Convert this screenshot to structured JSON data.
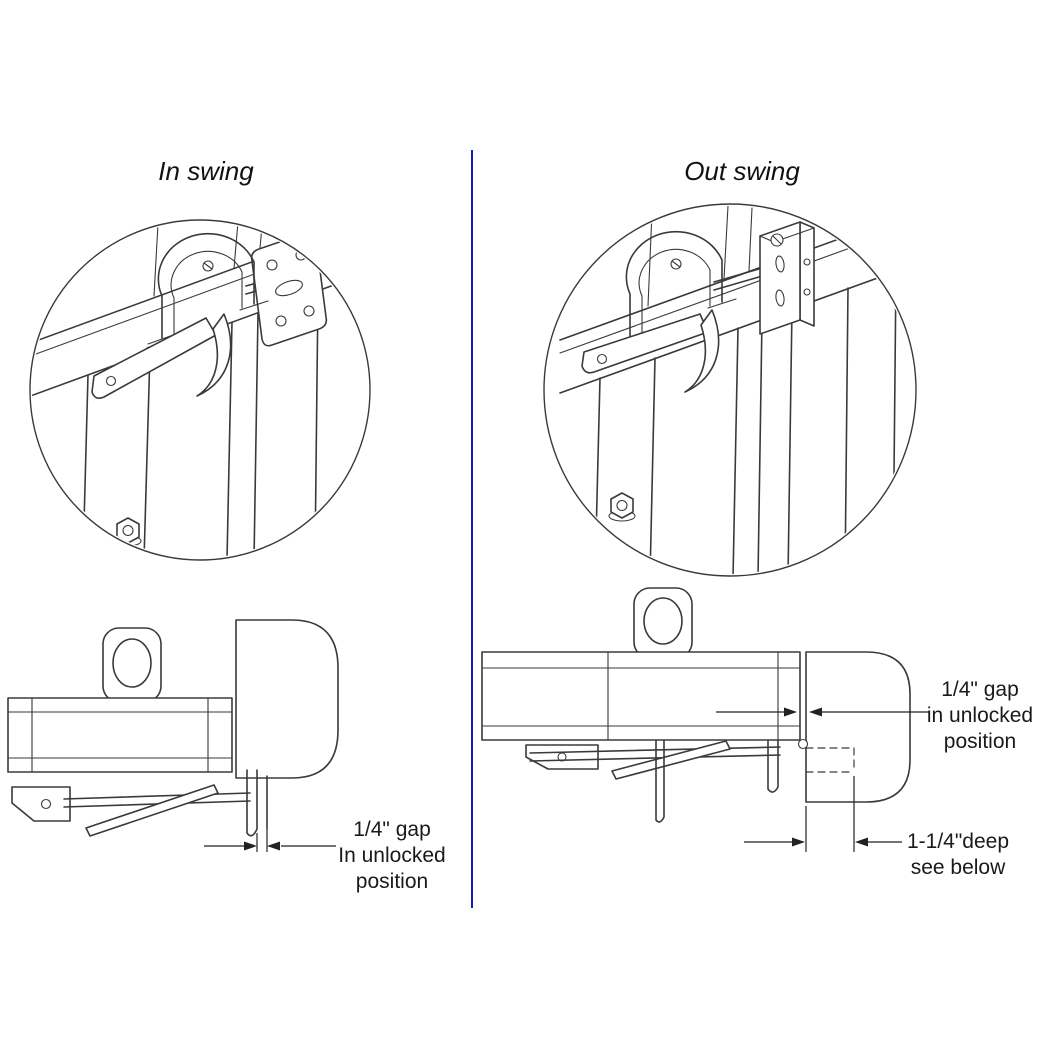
{
  "colors": {
    "divider": "#1a1ab5",
    "line": "#3a3a3a",
    "text": "#1a1a1a",
    "background": "#ffffff"
  },
  "panels": {
    "in_swing": {
      "title": "In swing",
      "gap_annotation": [
        "1/4\" gap",
        "In unlocked",
        "position"
      ]
    },
    "out_swing": {
      "title": "Out swing",
      "gap_annotation": [
        "1/4\" gap",
        "in unlocked",
        "position"
      ],
      "depth_annotation": [
        "1-1/4\"deep",
        "see below"
      ]
    }
  }
}
